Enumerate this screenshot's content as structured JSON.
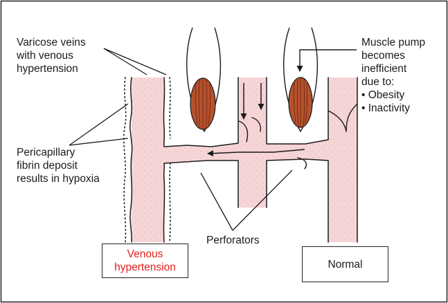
{
  "labels": {
    "varicose": [
      "Varicose veins",
      "with venous",
      "hypertension"
    ],
    "fibrin": [
      "Pericapillary",
      "fibrin deposit",
      "results in hypoxia"
    ],
    "muscle_pump": [
      "Muscle pump",
      "becomes",
      "inefficient",
      "due to:"
    ],
    "causes": [
      "• Obesity",
      "• Inactivity"
    ],
    "perforators": "Perforators",
    "venous_box": [
      "Venous",
      "hypertension"
    ],
    "normal_box": "Normal"
  },
  "colors": {
    "vein_fill": "#f5d4d6",
    "muscle": "#b5522e",
    "venous_text": "#e0201b",
    "line": "#1a1a1a"
  },
  "icons": {
    "vein_texture": "pink-speckled-vessel",
    "muscle": "muscle-belly-icon",
    "arrow": "arrow-head"
  }
}
